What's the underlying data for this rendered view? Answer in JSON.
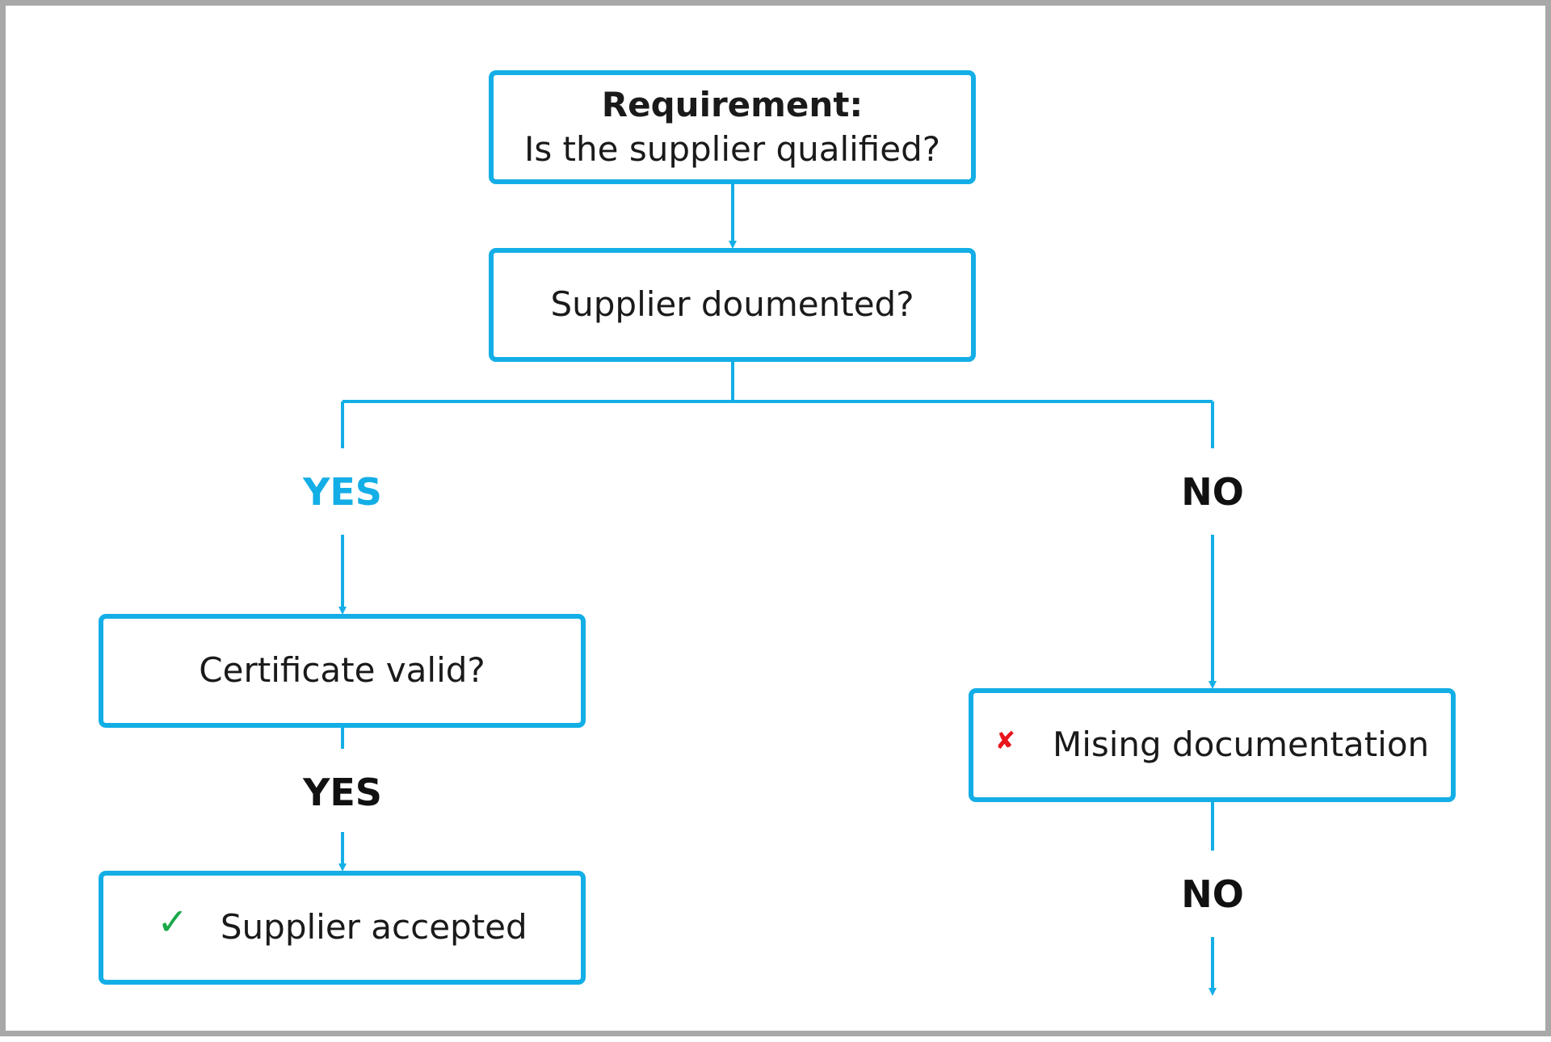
{
  "colors": {
    "accent": "#14aee6",
    "text": "#1a1a1a",
    "check": "#1aa84a",
    "cross": "#e8151b",
    "frame": "#a8a8a8"
  },
  "nodes": {
    "requirement": {
      "title": "Requirement:",
      "question": "Is the supplier qualified?"
    },
    "documented": {
      "label": "Supplier doumented?"
    },
    "certificate": {
      "label": "Certificate valid?"
    },
    "accepted": {
      "label": "Supplier accepted",
      "icon": "check-icon"
    },
    "missing": {
      "label": "Mising documentation",
      "icon": "cross-icon"
    }
  },
  "branches": {
    "yes_main": "YES",
    "no_main": "NO",
    "yes_cert": "YES",
    "no_missing": "NO"
  }
}
